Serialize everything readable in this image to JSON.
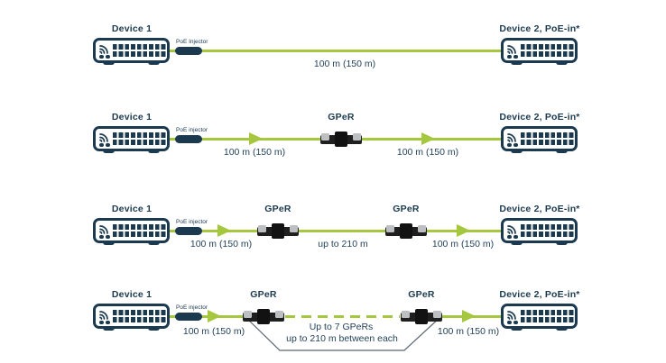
{
  "colors": {
    "device_navy": "#1b3a4f",
    "cable_green": "#a5c73e",
    "gper_black": "#1f1f1f",
    "gper_cap_grey": "#bdbfc0",
    "text_navy": "#24435a",
    "background": "#ffffff"
  },
  "rows": [
    {
      "device1_label": "Device 1",
      "injector_label": "PoE Injector",
      "segment1_label": "100 m (150 m)",
      "device2_label": "Device 2, PoE-in*"
    },
    {
      "device1_label": "Device 1",
      "injector_label": "PoE injector",
      "segment1_label": "100 m (150 m)",
      "gper1_label": "GPeR",
      "segment2_label": "100 m (150 m)",
      "device2_label": "Device 2, PoE-in*"
    },
    {
      "device1_label": "Device 1",
      "injector_label": "PoE injector",
      "segment1_label": "100 m (150 m)",
      "gper1_label": "GPeR",
      "segment2_label": "up to 210 m",
      "gper2_label": "GPeR",
      "segment3_label": "100 m (150 m)",
      "device2_label": "Device 2, PoE-in*"
    },
    {
      "device1_label": "Device 1",
      "injector_label": "PoE injector",
      "segment1_label": "100 m (150 m)",
      "gper1_label": "GPeR",
      "annotation_line1": "Up to 7 GPeRs",
      "annotation_line2": "up to 210 m between each",
      "gper2_label": "GPeR",
      "segment3_label": "100 m (150 m)",
      "device2_label": "Device 2, PoE-in*"
    }
  ]
}
